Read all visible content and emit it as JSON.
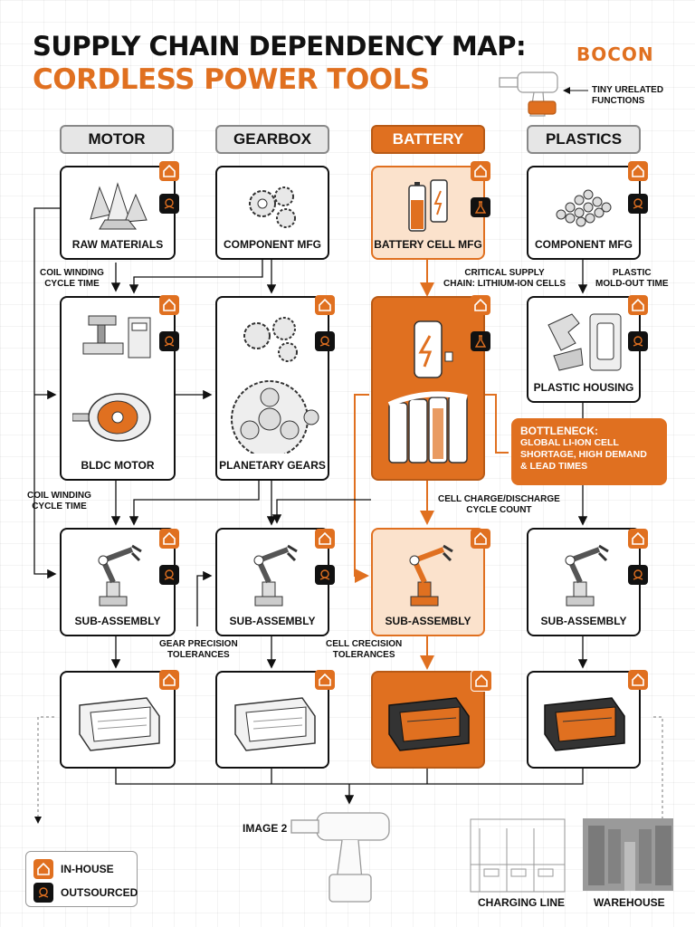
{
  "header": {
    "title_line1": "SUPPLY CHAIN DEPENDENCY MAP:",
    "title_line2": "CORDLESS POWER TOOLS",
    "logo": "BOCON",
    "drill_note": "TINY URELATED\nFUNCTIONS"
  },
  "columns": [
    {
      "label": "MOTOR",
      "highlight": false
    },
    {
      "label": "GEARBOX",
      "highlight": false
    },
    {
      "label": "BATTERY",
      "highlight": true
    },
    {
      "label": "PLASTICS",
      "highlight": false
    }
  ],
  "nodes": {
    "raw_materials": "RAW MATERIALS",
    "component_mfg_gear": "COMPONENT MFG",
    "battery_cell_mfg": "BATTERY CELL MFG",
    "component_mfg_plastic": "COMPONENT MFG",
    "bldc_motor": "BLDC MOTOR",
    "planetary_gears": "PLANETARY GEARS",
    "plastic_housing": "PLASTIC HOUSING",
    "sub_assembly_motor": "SUB-ASSEMBLY",
    "sub_assembly_gear": "SUB-ASSEMBLY",
    "sub_assembly_battery": "SUB-ASSEMBLY",
    "sub_assembly_plastic": "SUB-ASSEMBLY"
  },
  "annotations": {
    "coil_winding_top": "COIL WINDING\nCYCLE TIME",
    "critical_supply": "CRITICAL SUPPLY\nCHAIN: LITHIUM-ION CELLS",
    "plastic_mold": "PLASTIC\nMOLD-OUT TIME",
    "coil_winding_bottom": "COIL WINDING\nCYCLE TIME",
    "cell_charge": "CELL CHARGE/DISCHARGE\nCYCLE COUNT",
    "gear_precision": "GEAR PRECISION\nTOLERANCES",
    "cell_precision": "CELL CRECISION\nTOLERANCES"
  },
  "bottleneck": {
    "title": "BOTTLENECK:",
    "body": "GLOBAL LI-ION CELL\nSHORTAGE, HIGH DEMAND\n& LEAD TIMES"
  },
  "bottom": {
    "image2": "IMAGE 2",
    "charging_line": "CHARGING LINE",
    "warehouse": "WAREHOUSE"
  },
  "legend": {
    "in_house": "IN-HOUSE",
    "outsourced": "OUTSOURCED"
  },
  "colors": {
    "accent": "#e07020",
    "light_accent": "#fbe2cc",
    "ink": "#111111",
    "header_gray": "#e6e6e6"
  },
  "icons": {
    "in_house": "house-icon",
    "outsourced": "handshake-globe-icon",
    "lab": "flask-icon"
  }
}
